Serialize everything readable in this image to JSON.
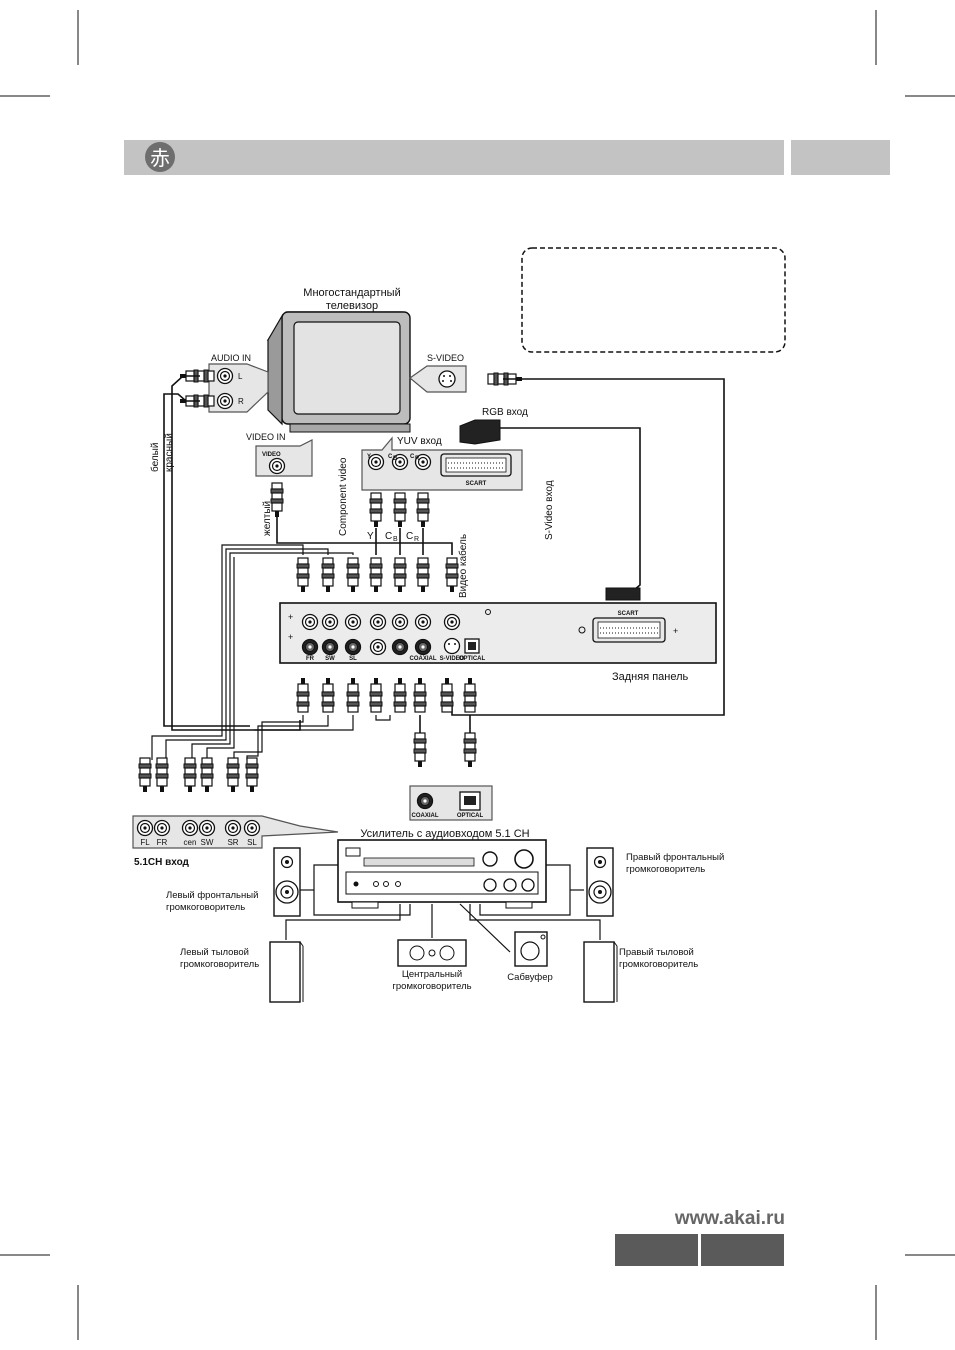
{
  "header": {
    "logo_glyph": "赤",
    "bar_color": "#c3c3c3",
    "logo_bg": "#6e6e6e"
  },
  "tv": {
    "title_line1": "Многостандартный",
    "title_line2": "телевизор",
    "audio_in": "AUDIO IN",
    "audio_l": "L",
    "audio_r": "R",
    "s_video": "S-VIDEO",
    "video_in": "VIDEO  IN",
    "video_jack": "VIDEO",
    "rgb_input": "RGB вход",
    "yuv_input": "YUV вход",
    "yuv_y": "Y",
    "yuv_cb": "C",
    "yuv_cb_sub": "B",
    "yuv_cr": "C",
    "yuv_cr_sub": "R",
    "scart": "SCART"
  },
  "cable_labels": {
    "white": "белый",
    "red": "красный",
    "yellow": "желтый",
    "component_video": "Component video",
    "video_cable": "Видео кабель",
    "s_video_input": "S-Video вход",
    "y": "Y",
    "cb": "C",
    "cb_sub": "B",
    "cr": "C",
    "cr_sub": "R"
  },
  "rear_panel": {
    "label": "Задняя панель",
    "scart": "SCART",
    "fr": "FR",
    "sw": "SW",
    "sl": "SL",
    "coaxial": "COAXIAL",
    "s_video": "S-VIDEO",
    "optical": "OPTICAL"
  },
  "amplifier": {
    "label": "Усилитель с аудиовходом 5.1 CH",
    "coaxial": "COAXIAL",
    "optical": "OPTICAL"
  },
  "ch51": {
    "label": "5.1CH вход",
    "jacks": [
      "FL",
      "FR",
      "cen",
      "SW",
      "SR",
      "SL"
    ]
  },
  "speakers": {
    "left_front_1": "Левый фронтальный",
    "left_front_2": "громкоговоритель",
    "right_front_1": "Правый фронтальный",
    "right_front_2": "громкоговоритель",
    "left_rear_1": "Левый тыловой",
    "left_rear_2": "громкоговоритель",
    "right_rear_1": "Правый тыловой",
    "right_rear_2": "громкоговоритель",
    "center_1": "Центральный",
    "center_2": "громкоговоритель",
    "subwoofer": "Сабвуфер"
  },
  "footer": {
    "website": "www.akai.ru",
    "tab_color": "#5a5a5a"
  }
}
